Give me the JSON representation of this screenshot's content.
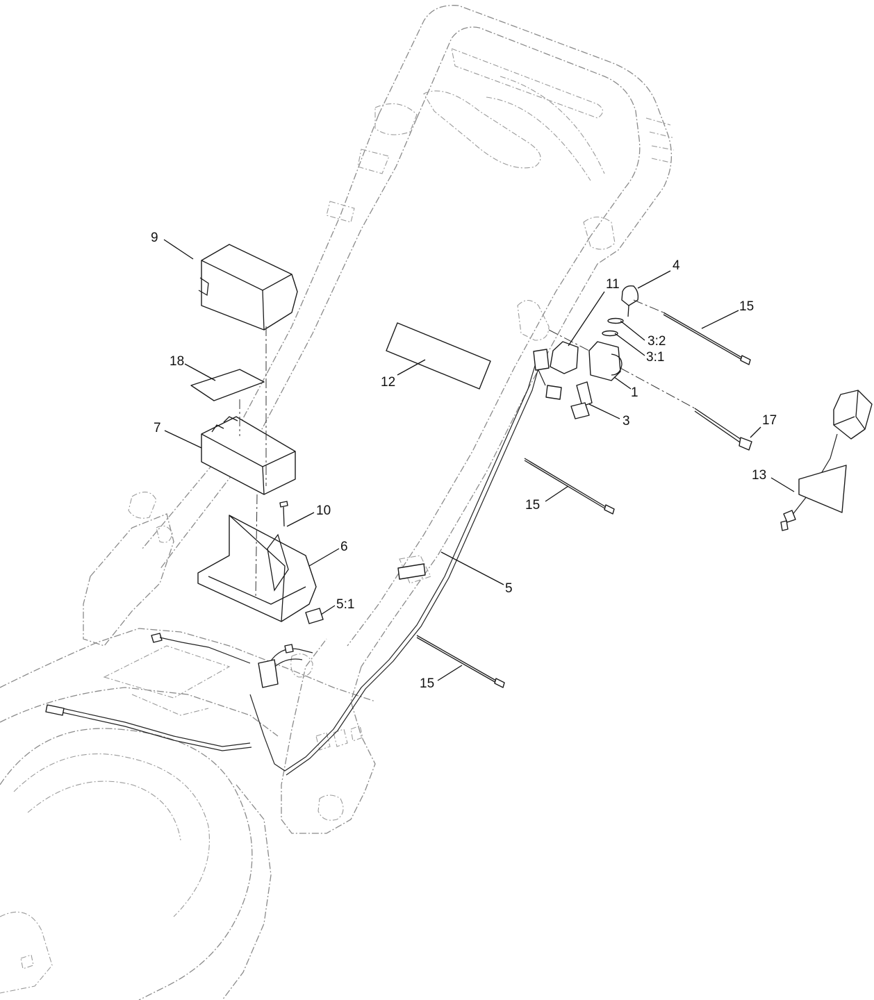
{
  "callouts": [
    {
      "id": "c9",
      "label": "9"
    },
    {
      "id": "c18",
      "label": "18"
    },
    {
      "id": "c7",
      "label": "7"
    },
    {
      "id": "c10",
      "label": "10"
    },
    {
      "id": "c6",
      "label": "6"
    },
    {
      "id": "c5-1",
      "label": "5:1"
    },
    {
      "id": "c12",
      "label": "12"
    },
    {
      "id": "c11",
      "label": "11"
    },
    {
      "id": "c4",
      "label": "4"
    },
    {
      "id": "c15a",
      "label": "15"
    },
    {
      "id": "c3-2",
      "label": "3:2"
    },
    {
      "id": "c3-1",
      "label": "3:1"
    },
    {
      "id": "c1",
      "label": "1"
    },
    {
      "id": "c3",
      "label": "3"
    },
    {
      "id": "c17",
      "label": "17"
    },
    {
      "id": "c13",
      "label": "13"
    },
    {
      "id": "c15b",
      "label": "15"
    },
    {
      "id": "c5",
      "label": "5"
    },
    {
      "id": "c15c",
      "label": "15"
    }
  ]
}
